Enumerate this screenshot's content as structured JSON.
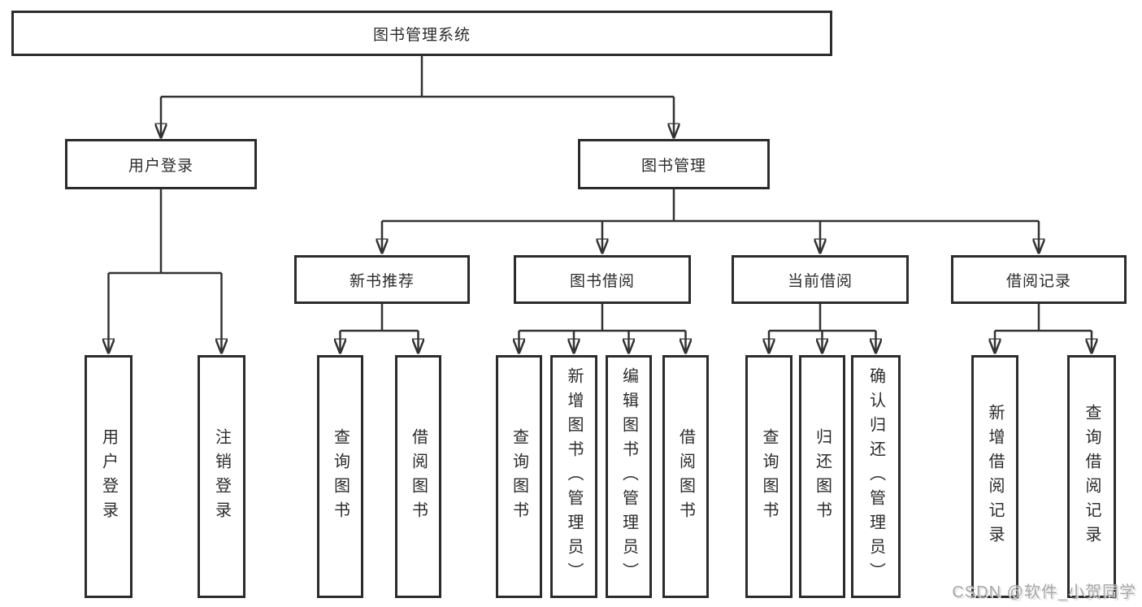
{
  "diagram_title": "图书管理系统",
  "tree": {
    "label": "图书管理系统",
    "children": [
      {
        "label": "用户登录",
        "children": [
          {
            "label": "用户登录"
          },
          {
            "label": "注销登录"
          }
        ]
      },
      {
        "label": "图书管理",
        "children": [
          {
            "label": "新书推荐",
            "children": [
              {
                "label": "查询图书"
              },
              {
                "label": "借阅图书"
              }
            ]
          },
          {
            "label": "图书借阅",
            "children": [
              {
                "label": "查询图书"
              },
              {
                "label": "新增图书（管理员）"
              },
              {
                "label": "编辑图书（管理员）"
              },
              {
                "label": "借阅图书"
              }
            ]
          },
          {
            "label": "当前借阅",
            "children": [
              {
                "label": "查询图书"
              },
              {
                "label": "归还图书"
              },
              {
                "label": "确认归还（管理员）"
              }
            ]
          },
          {
            "label": "借阅记录",
            "children": [
              {
                "label": "新增借阅记录"
              },
              {
                "label": "查询借阅记录"
              }
            ]
          }
        ]
      }
    ]
  },
  "watermark": {
    "text": "CSDN @软件_小贺同学"
  },
  "colors": {
    "background": "#ffffff",
    "line": "#323232",
    "box_border": "#2c2c2c",
    "text": "#2b2b2b",
    "watermark": "#a8a8a8"
  }
}
